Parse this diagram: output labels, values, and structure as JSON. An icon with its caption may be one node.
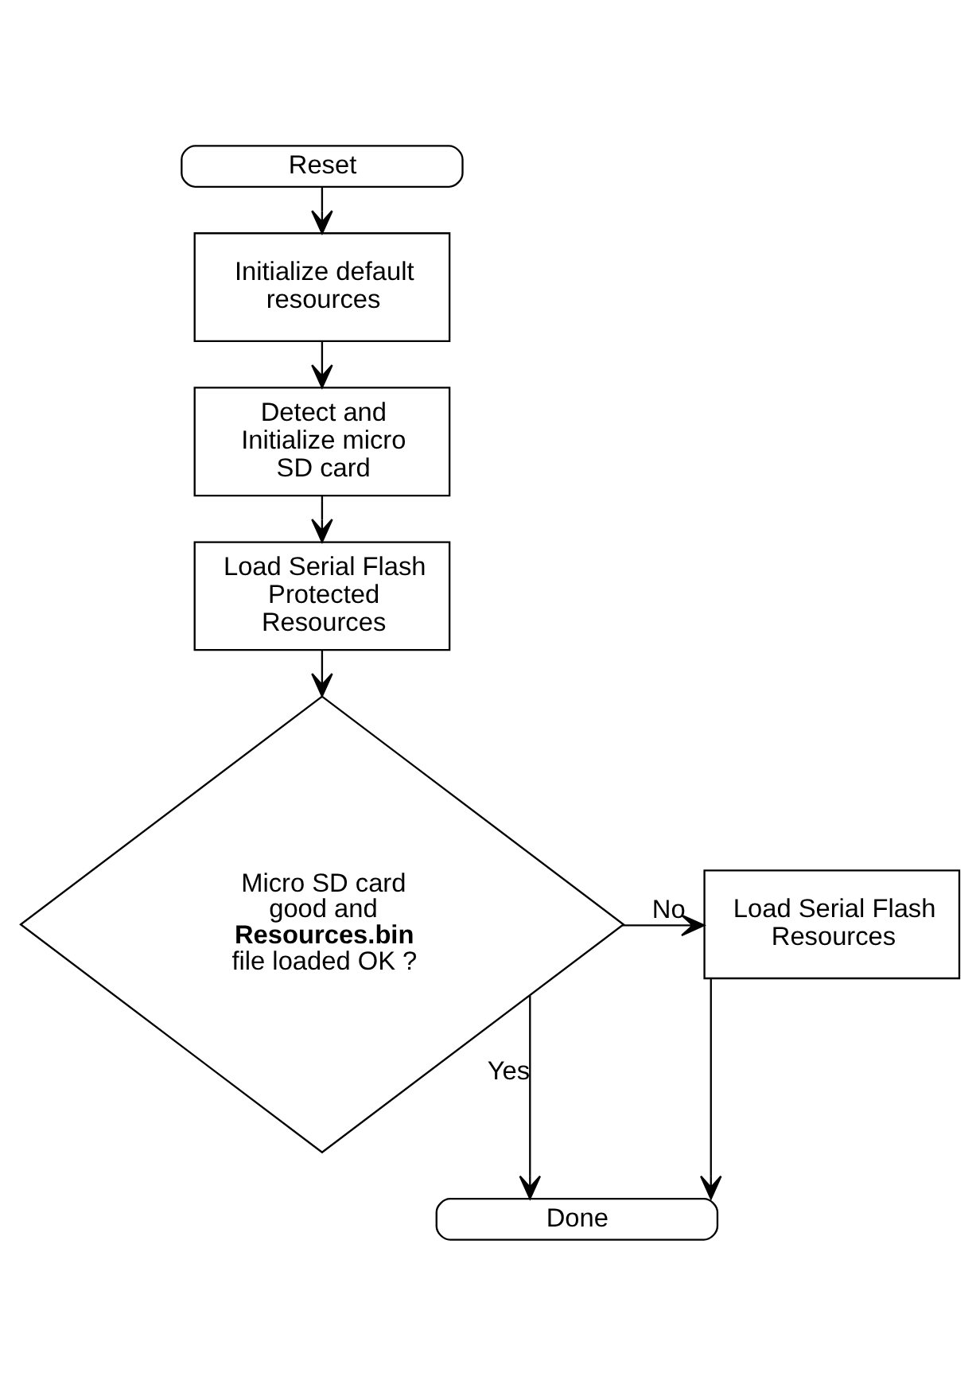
{
  "diagram": {
    "nodes": [
      {
        "text": [
          "Reset"
        ]
      },
      {
        "text": [
          "Initialize default resources"
        ]
      },
      {
        "text": [
          "Detect and Initialize micro SD card"
        ]
      },
      {
        "text": [
          "Load Serial Flash Protected Resources"
        ]
      },
      {
        "text": [
          "Micro SD card good and **Resources.bin** file loaded OK ?"
        ]
      },
      {
        "text": [
          "Load Serial Flash Resources"
        ]
      },
      {
        "text": [
          "Done"
        ]
      }
    ],
    "edges": [
      {
        "from": 0,
        "to": 1,
        "arrow": "to"
      },
      {
        "from": 1,
        "to": 2,
        "arrow": "to"
      },
      {
        "from": 2,
        "to": 3,
        "arrow": "to"
      },
      {
        "from": 3,
        "to": 4,
        "arrow": "to"
      },
      {
        "from": 4,
        "to": 5,
        "arrow": "to",
        "label": "No"
      },
      {
        "from": 4,
        "to": 6,
        "arrow": "to",
        "label": "Yes"
      },
      {
        "from": 5,
        "to": 6,
        "arrow": "to"
      }
    ]
  }
}
